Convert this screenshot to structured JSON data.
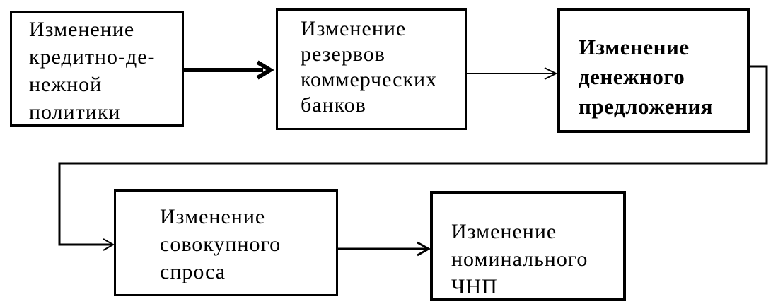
{
  "diagram": {
    "nodes": [
      {
        "id": "n1",
        "label": "Изменение\nкредитно-де-\nнежной\nполитики"
      },
      {
        "id": "n2",
        "label": "Изменение\nрезервов\nкоммерческих\nбанков"
      },
      {
        "id": "n3",
        "label": "Изменение\nденежного\nпредложения"
      },
      {
        "id": "n4",
        "label": "Изменение\nсовокупного\nспроса"
      },
      {
        "id": "n5",
        "label": "Изменение\nноминального\nЧНП"
      }
    ],
    "edges": [
      {
        "from": "n1",
        "to": "n2",
        "emphasis": "bold"
      },
      {
        "from": "n2",
        "to": "n3",
        "emphasis": "thin"
      },
      {
        "from": "n3",
        "to": "n4",
        "emphasis": "thin"
      },
      {
        "from": "n4",
        "to": "n5",
        "emphasis": "thin"
      }
    ]
  }
}
